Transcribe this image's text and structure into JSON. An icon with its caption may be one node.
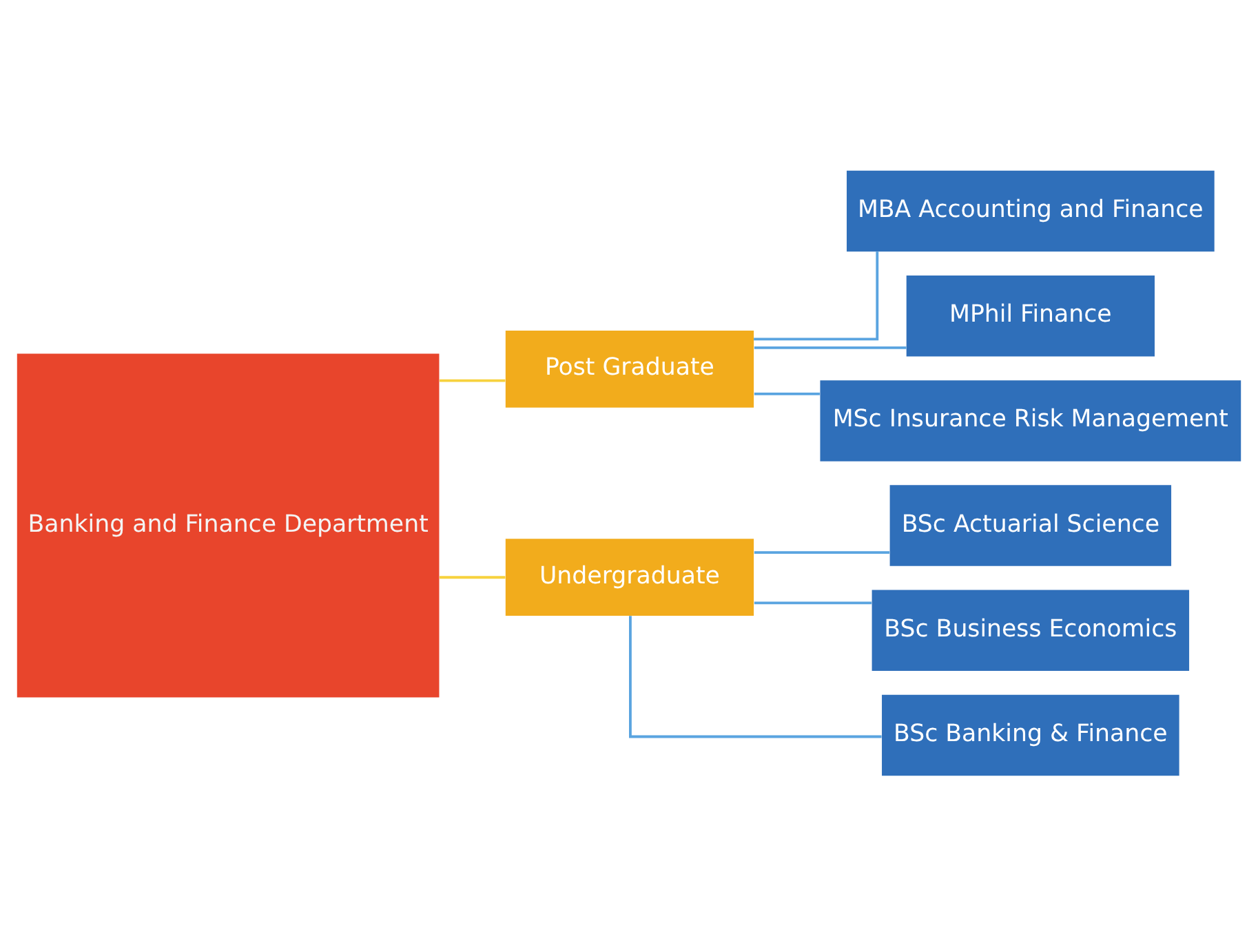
{
  "diagram": {
    "nodes": [
      {
        "text": [
          "Banking and Finance Department"
        ]
      },
      {
        "text": [
          "Post Graduate"
        ]
      },
      {
        "text": [
          "Undergraduate"
        ]
      },
      {
        "text": [
          "MBA Accounting and Finance"
        ]
      },
      {
        "text": [
          "MPhil Finance"
        ]
      },
      {
        "text": [
          "MSc Insurance Risk Management"
        ]
      },
      {
        "text": [
          "BSc Actuarial Science"
        ]
      },
      {
        "text": [
          "BSc Business Economics"
        ]
      },
      {
        "text": [
          "BSc Banking & Finance"
        ]
      }
    ],
    "edges": [
      {
        "from": 0,
        "to": 1,
        "arrow": "none",
        "color": "#f7d23e"
      },
      {
        "from": 0,
        "to": 2,
        "arrow": "none",
        "color": "#f7d23e"
      },
      {
        "from": 1,
        "to": 3,
        "arrow": "none"
      },
      {
        "from": 1,
        "to": 4,
        "arrow": "none"
      },
      {
        "from": 1,
        "to": 5,
        "arrow": "none"
      },
      {
        "from": 2,
        "to": 6,
        "arrow": "none"
      },
      {
        "from": 2,
        "to": 7,
        "arrow": "none"
      },
      {
        "from": 2,
        "to": 8,
        "arrow": "none"
      }
    ]
  }
}
